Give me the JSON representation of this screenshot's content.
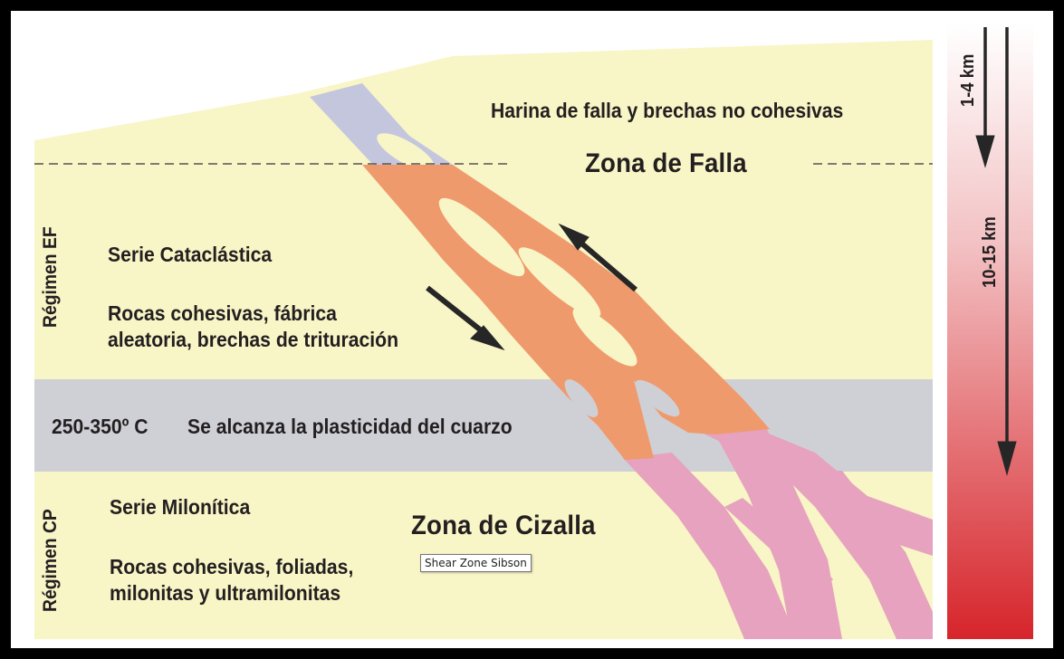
{
  "diagram": {
    "top_label": "Harina de falla y brechas no cohesivas",
    "fault_zone_title": "Zona de Falla",
    "regime_ef": "Régimen EF",
    "cataclastic_series": "Serie Cataclástica",
    "cataclastic_rocks_line1": "Rocas cohesivas, fábrica",
    "cataclastic_rocks_line2": "aleatoria, brechas de trituración",
    "temperature": "250-350º C",
    "quartz_plasticity": "Se alcanza la plasticidad del cuarzo",
    "regime_cp": "Régimen CP",
    "mylonitic_series": "Serie Milonítica",
    "shear_zone_title": "Zona de Cizalla",
    "mylonitic_rocks_line1": "Rocas cohesivas, foliadas,",
    "mylonitic_rocks_line2": "milonitas y ultramilonitas",
    "depth_shallow": "1-4 km",
    "depth_deep": "10-15 km"
  },
  "tooltip": {
    "text": "Shear Zone Sibson"
  },
  "colors": {
    "background_cream": "#f8f5c6",
    "plastic_band_gray": "#cfd0d6",
    "fault_top_blue": "#c4c6de",
    "cataclastic_orange": "#ef9a6c",
    "mylonite_pink": "#e6a2be",
    "depth_gradient_top": "#ffffff",
    "depth_gradient_bottom": "#d6252b",
    "arrow": "#262626"
  }
}
